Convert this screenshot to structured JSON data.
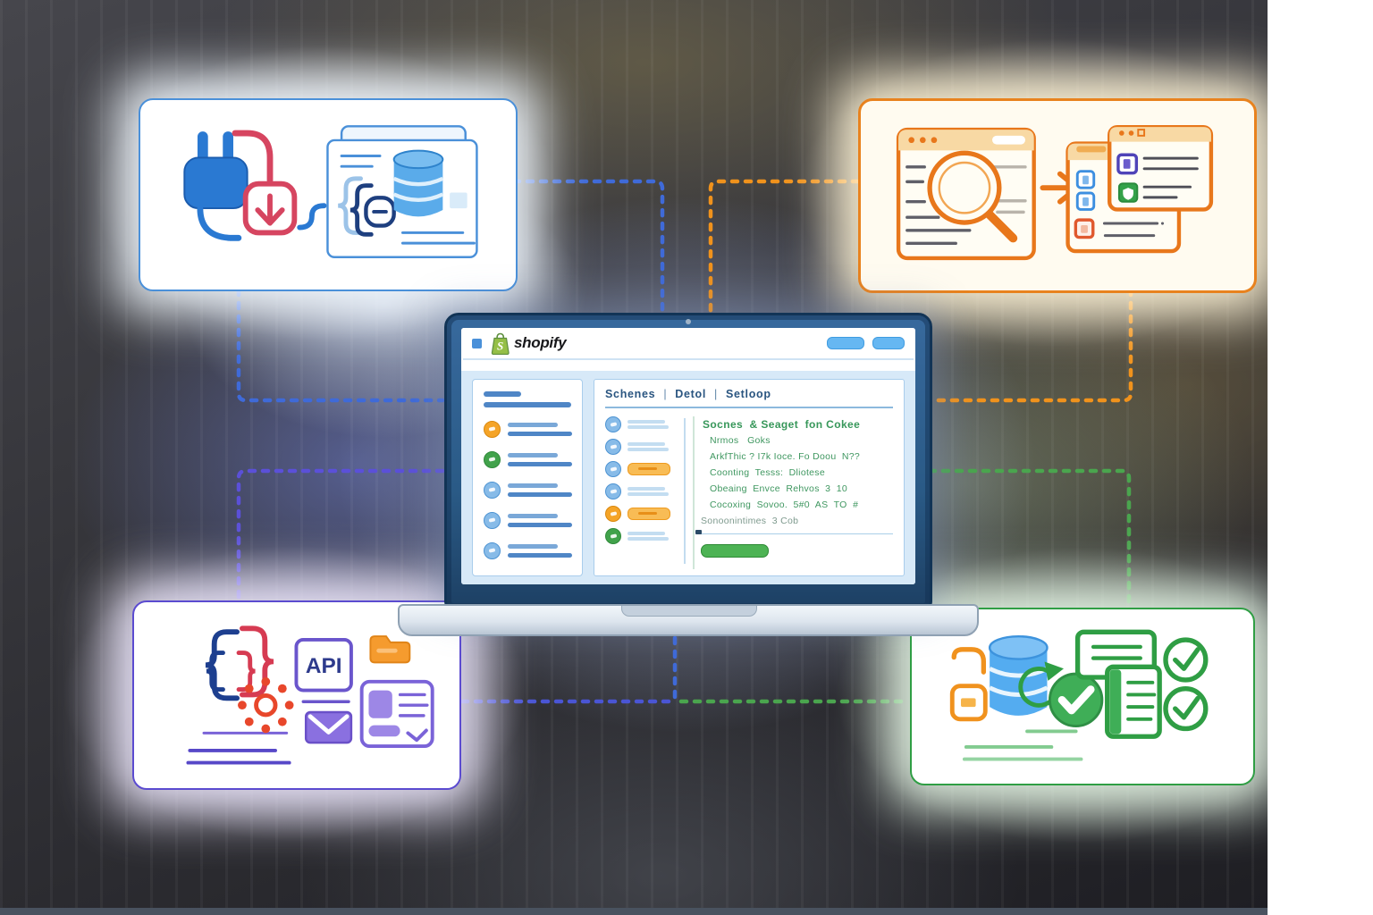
{
  "laptop": {
    "brand_wordmark": "shopify",
    "bag_letter": "S",
    "tab_separator": "|",
    "tabs": [
      {
        "label": "Schenes"
      },
      {
        "label": "Detol"
      },
      {
        "label": "Setloop"
      }
    ],
    "detail_heading": "Socnes  & Seaget  fon Cokee",
    "detail_lines": [
      "Nrmos   Goks",
      "ArkfThic ? I7k Ioce. Fo Doou  N??",
      "Coonting  Tesss:  Dliotese",
      "Obeaing  Envce  Rehvos  3  10",
      "Cocoxing  Sovoo.  5#0  AS  TO  #"
    ],
    "detail_footer": "Sonoonintimes  3 Cob"
  },
  "cards": {
    "top_left": {
      "icons": [
        "plug-icon",
        "download-icon",
        "code-braces-icon",
        "database-icon",
        "document-icon"
      ],
      "border_color": "#4a90d9"
    },
    "top_right": {
      "icons": [
        "browser-icon",
        "magnifier-icon",
        "arrow-right-icon",
        "list-panel-icon",
        "shield-icon"
      ],
      "border_color": "#e8821e"
    },
    "bottom_left": {
      "api_label": "API",
      "icons": [
        "code-braces-icon",
        "sun-dots-icon",
        "api-box-icon",
        "folder-icon",
        "envelope-icon",
        "id-card-icon"
      ],
      "border_color": "#5b4bd0"
    },
    "bottom_right": {
      "icons": [
        "bracket-icon",
        "database-icon",
        "sync-icon",
        "check-circle-icon",
        "document-check-icon"
      ],
      "border_color": "#2f9e44"
    }
  },
  "colors": {
    "shopify_green": "#95BF47",
    "connector_blue": "#3f6ad8",
    "connector_orange": "#f0921c",
    "connector_purple": "#5b50d8",
    "connector_green": "#4aa54e",
    "action_button_green": "#4db354",
    "header_pill_blue": "#66b7f2",
    "orange_pill": "#f8bc55"
  }
}
